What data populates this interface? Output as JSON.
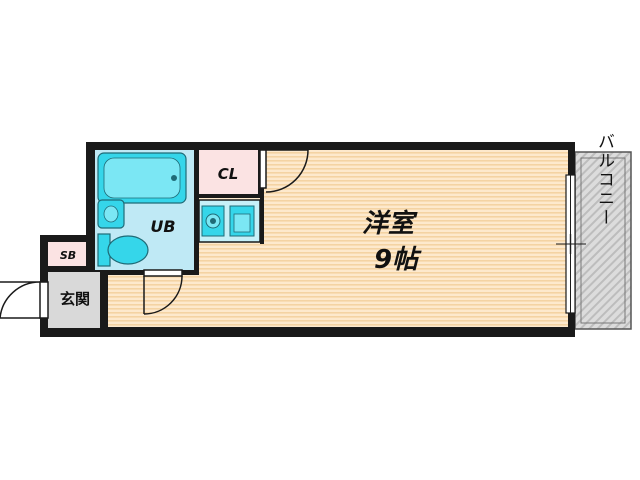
{
  "floorplan": {
    "rooms": {
      "main_room_name": "洋室",
      "main_room_size": "9帖",
      "bath_label": "UB",
      "closet_label": "CL",
      "shoe_box_label": "SB",
      "entrance_label": "玄関",
      "balcony_label": "バルコニー"
    },
    "colors": {
      "wall": "#1a1a1a",
      "room_floor": "#fde9cd",
      "floor_stripe": "#f3cf9a",
      "bath_floor": "#bfe9f5",
      "fixture": "#35d6ea",
      "closet": "#fbe3e3",
      "entrance": "#d9d9d9",
      "balcony": "#d7d7d7"
    }
  }
}
